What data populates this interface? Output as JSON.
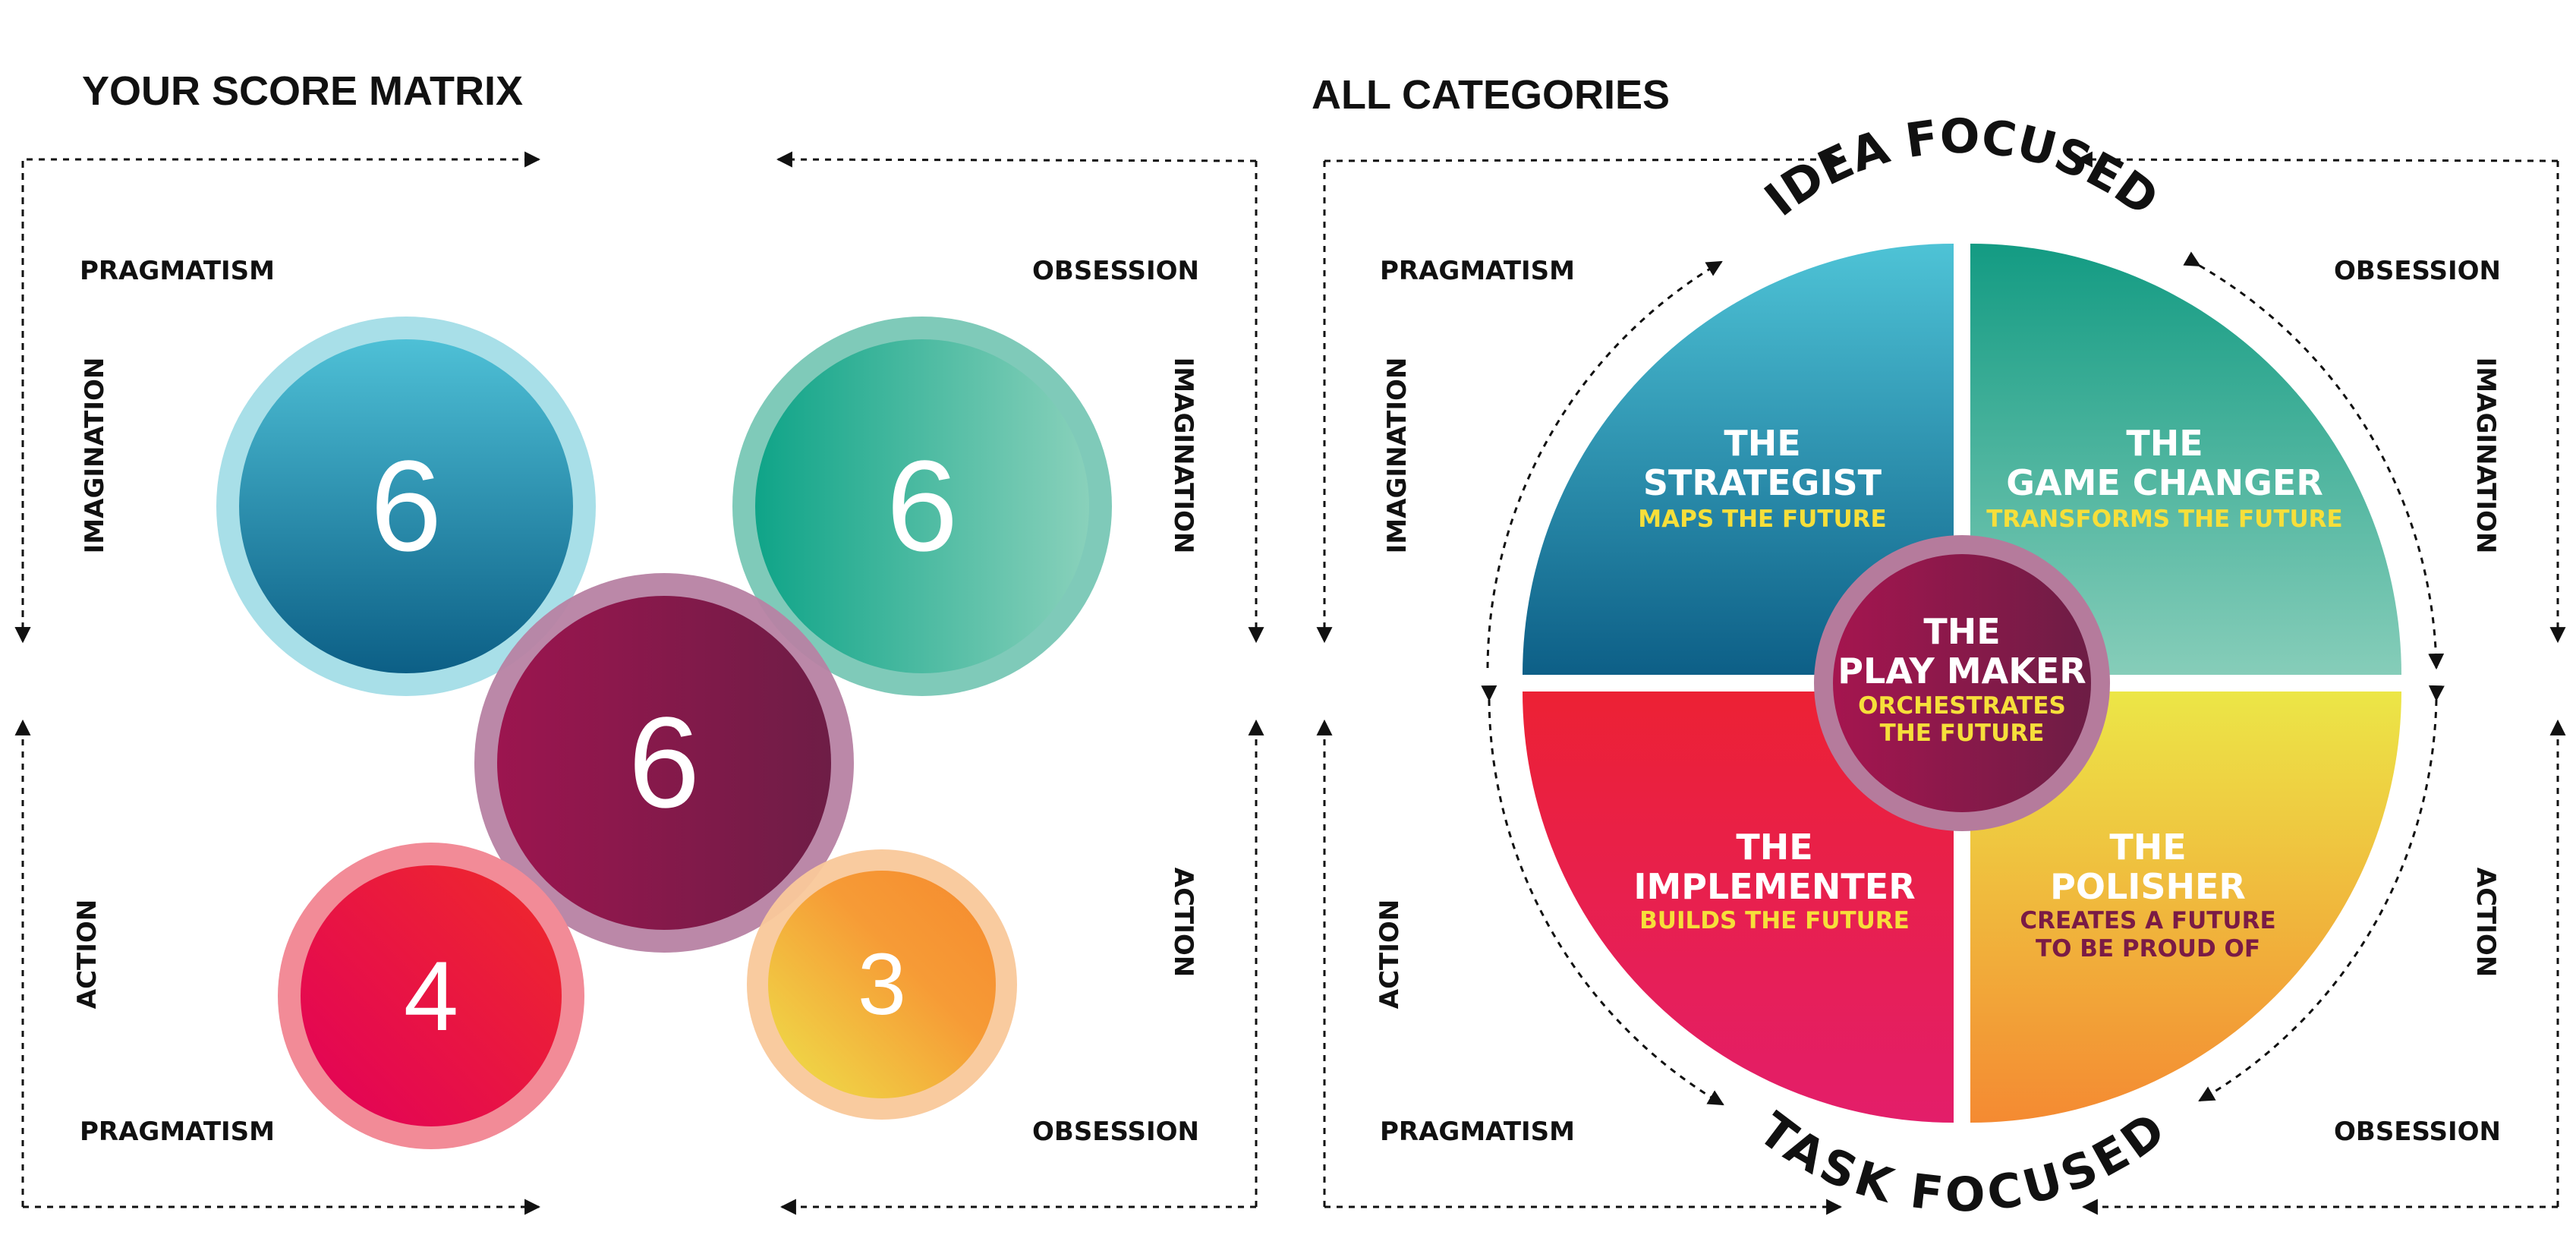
{
  "left_panel": {
    "title": "YOUR SCORE MATRIX",
    "corner_labels": {
      "top_left": "PRAGMATISM",
      "top_right": "OBSESSION",
      "bottom_left": "PRAGMATISM",
      "bottom_right": "OBSESSION"
    },
    "side_labels": {
      "left_upper": "IMAGINATION",
      "right_upper": "IMAGINATION",
      "left_lower": "ACTION",
      "right_lower": "ACTION"
    },
    "scores": {
      "strategist": "6",
      "game_changer": "6",
      "play_maker": "6",
      "implementer": "4",
      "polisher": "3"
    }
  },
  "right_panel": {
    "title": "ALL CATEGORIES",
    "corner_labels": {
      "top_left": "PRAGMATISM",
      "top_right": "OBSESSION",
      "bottom_left": "PRAGMATISM",
      "bottom_right": "OBSESSION"
    },
    "side_labels": {
      "left_upper": "IMAGINATION",
      "right_upper": "IMAGINATION",
      "left_lower": "ACTION",
      "right_lower": "ACTION"
    },
    "arc_labels": {
      "top": "IDEA FOCUSED",
      "bottom": "TASK FOCUSED"
    },
    "categories": {
      "strategist": {
        "line1": "THE",
        "line2": "STRATEGIST",
        "sub1": "MAPS THE FUTURE"
      },
      "game_changer": {
        "line1": "THE",
        "line2": "GAME CHANGER",
        "sub1": "TRANSFORMS THE FUTURE"
      },
      "play_maker": {
        "line1": "THE",
        "line2": "PLAY MAKER",
        "sub1": "ORCHESTRATES",
        "sub2": "THE FUTURE"
      },
      "implementer": {
        "line1": "THE",
        "line2": "IMPLEMENTER",
        "sub1": "BUILDS THE FUTURE"
      },
      "polisher": {
        "line1": "THE",
        "line2": "POLISHER",
        "sub1": "CREATES A FUTURE",
        "sub2": "TO BE PROUD OF"
      }
    }
  },
  "colors": {
    "strategist": "#2a86a8",
    "game_changer": "#2fae98",
    "play_maker": "#8a1b4e",
    "implementer": "#e8204a",
    "polisher": "#f5a634",
    "subtitle_yellow": "#f6df3a",
    "subtitle_maroon": "#7a1b45"
  }
}
